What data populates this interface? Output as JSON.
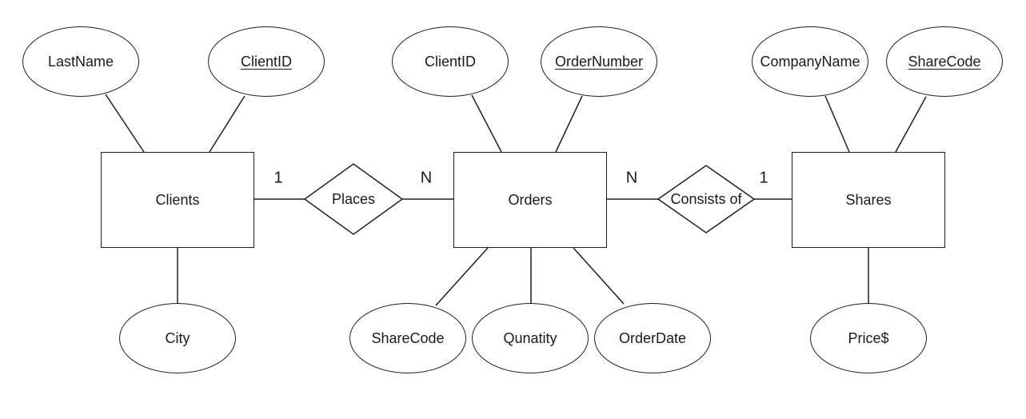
{
  "diagram_type": "entity-relationship",
  "colors": {
    "background": "#ffffff",
    "stroke": "#1f1f1f",
    "text": "#1a1a1a"
  },
  "entities": [
    {
      "label": "Clients"
    },
    {
      "label": "Orders"
    },
    {
      "label": "Shares"
    }
  ],
  "relationships": [
    {
      "label": "Places",
      "from": "Clients",
      "to": "Orders"
    },
    {
      "label": "Consists of",
      "from": "Orders",
      "to": "Shares"
    }
  ],
  "attributes": [
    {
      "label": "LastName",
      "underlined": false,
      "entity": "Clients"
    },
    {
      "label": "ClientID",
      "underlined": true,
      "entity": "Clients"
    },
    {
      "label": "City",
      "underlined": false,
      "entity": "Clients"
    },
    {
      "label": "ClientID",
      "underlined": false,
      "entity": "Orders"
    },
    {
      "label": "OrderNumber",
      "underlined": true,
      "entity": "Orders"
    },
    {
      "label": "ShareCode",
      "underlined": false,
      "entity": "Orders"
    },
    {
      "label": "Qunatity",
      "underlined": false,
      "entity": "Orders"
    },
    {
      "label": "OrderDate",
      "underlined": false,
      "entity": "Orders"
    },
    {
      "label": "CompanyName",
      "underlined": false,
      "entity": "Shares"
    },
    {
      "label": "ShareCode",
      "underlined": true,
      "entity": "Shares"
    },
    {
      "label": "Price$",
      "underlined": false,
      "entity": "Shares"
    }
  ],
  "cardinalities": [
    {
      "label": "1",
      "between": "Clients and Places"
    },
    {
      "label": "N",
      "between": "Places and Orders"
    },
    {
      "label": "N",
      "between": "Orders and Consists of"
    },
    {
      "label": "1",
      "between": "Consists of and Shares"
    }
  ]
}
